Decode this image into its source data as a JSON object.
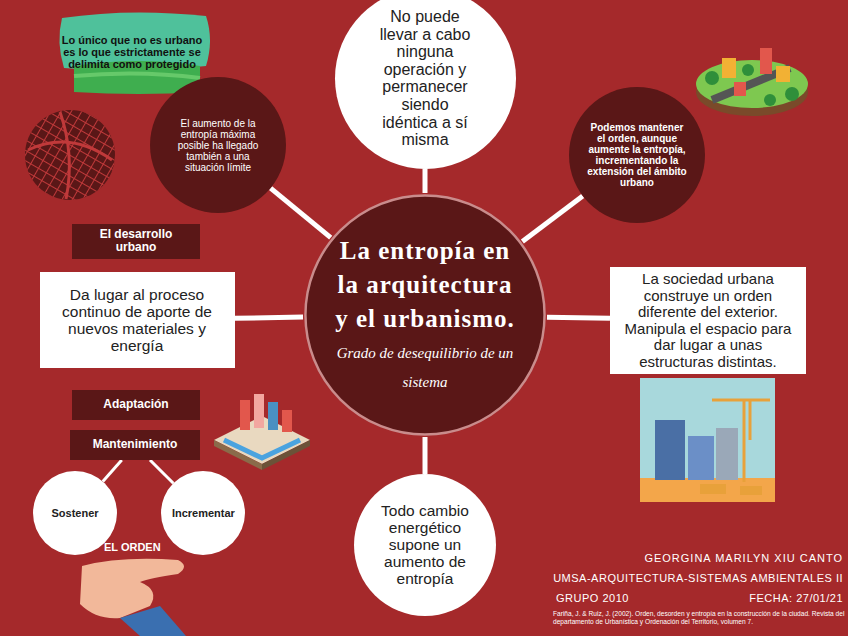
{
  "diagram": {
    "nodes": [
      {
        "text": [
          "Lo único que no es urbano es lo que estrictamente se delimita como protegido"
        ]
      },
      {
        "text": [
          "El aumento de la entropía máxima posible ha llegado también a una situación límite"
        ]
      },
      {
        "text": [
          "No puede llevar a cabo ninguna operación y permanecer siendo idéntica a sí misma"
        ]
      },
      {
        "text": [
          "Podemos mantener el orden, aunque aumente la entropía, incrementando la extensión del ámbito urbano"
        ]
      },
      {
        "text": [
          "El desarrollo urbano"
        ]
      },
      {
        "text": [
          "La entropía en la arquitectura y el urbanismo.",
          "Grado de desequilibrio de un sistema"
        ]
      },
      {
        "text": [
          "Da lugar al proceso continuo de aporte de nuevos materiales y energía"
        ]
      },
      {
        "text": [
          "La sociedad urbana construye un orden diferente del exterior. Manipula el espacio para dar lugar a unas estructuras distintas."
        ]
      },
      {
        "text": [
          "Adaptación"
        ]
      },
      {
        "text": [
          "Mantenimiento"
        ]
      },
      {
        "text": [
          "Sostener"
        ]
      },
      {
        "text": [
          "Incrementar"
        ]
      },
      {
        "text": [
          "Todo cambio energético supone un aumento de entropía"
        ]
      }
    ],
    "edges": [
      {
        "from": 5,
        "to": 1,
        "arrow": "none"
      },
      {
        "from": 5,
        "to": 2,
        "arrow": "none"
      },
      {
        "from": 5,
        "to": 3,
        "arrow": "none"
      },
      {
        "from": 5,
        "to": 6,
        "arrow": "none"
      },
      {
        "from": 5,
        "to": 7,
        "arrow": "none"
      },
      {
        "from": 5,
        "to": 12,
        "arrow": "none"
      },
      {
        "from": 9,
        "to": 10,
        "arrow": "none"
      },
      {
        "from": 9,
        "to": 11,
        "arrow": "none"
      }
    ],
    "labels": [
      "EL ORDEN",
      "GEORGINA MARILYN XIU CANTO",
      "UMSA-ARQUITECTURA-SISTEMAS AMBIENTALES II",
      "GRUPO 2010",
      "FECHA: 27/01/21",
      "Fariña, J. & Ruiz, J. (2002). Orden, desorden y entropía en la construcción de la ciudad. Revista del departamento de Urbanística y Ordenación del Territorio, volumen 7."
    ]
  }
}
